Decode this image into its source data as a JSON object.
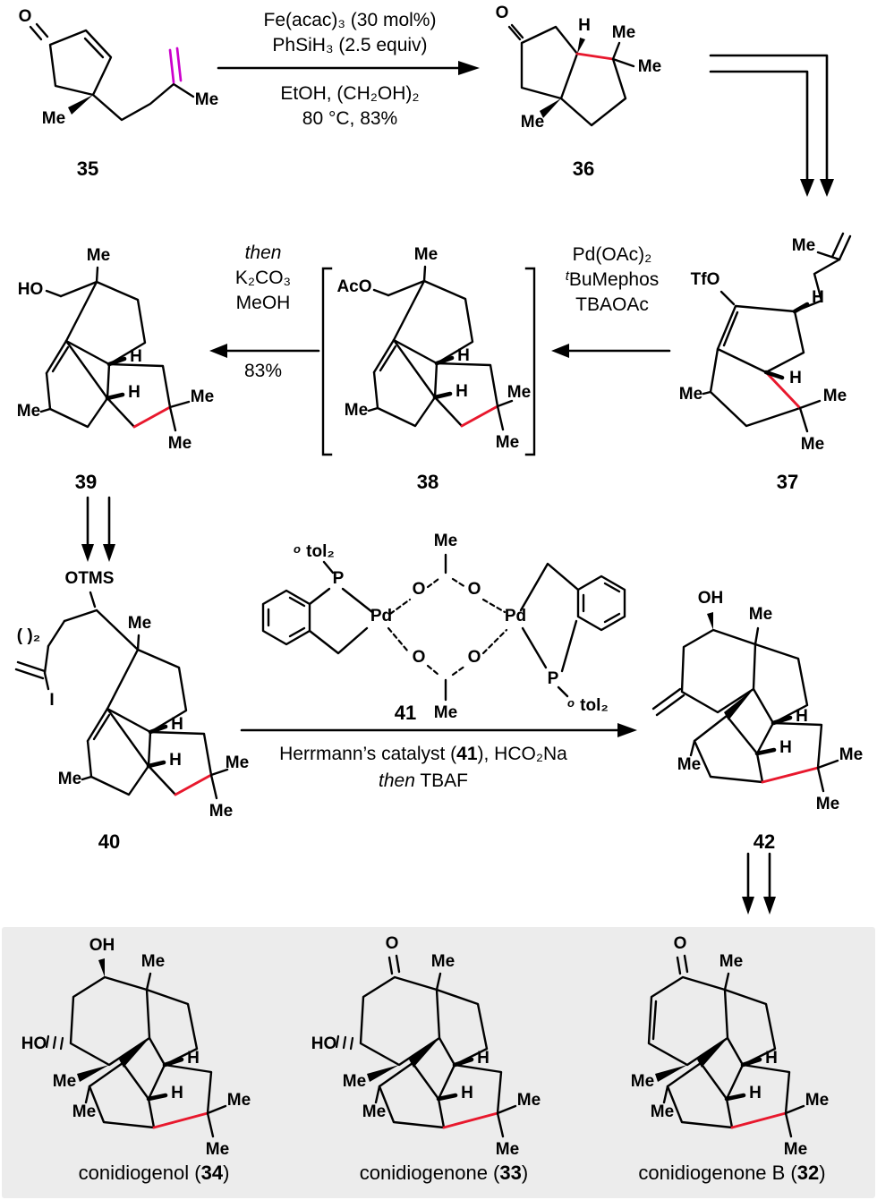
{
  "steps": {
    "s1": {
      "above1": "Fe(acac)₃ (30 mol%)",
      "above2": "PhSiH₃ (2.5 equiv)",
      "below1": "EtOH, (CH₂OH)₂",
      "below2": "80 °C, 83%"
    },
    "s2": {
      "line1": "Pd(OAc)₂",
      "ligand_sup": "t",
      "ligand_base": "BuMephos",
      "line3": "TBAOAc"
    },
    "s3": {
      "line1": "then",
      "line2": "K₂CO₃",
      "line3": "MeOH",
      "below": "83%"
    },
    "s4": {
      "cat_num": "41",
      "line1_pre": "Herrmann’s catalyst (",
      "line1_num": "41",
      "line1_post": "), HCO₂Na",
      "line2_then": "then",
      "line2_rest": " TBAF"
    }
  },
  "compounds": {
    "c35": {
      "num": "35",
      "o": "O",
      "me_ring": "Me",
      "me_chain": "Me"
    },
    "c36": {
      "num": "36",
      "o": "O",
      "h": "H",
      "me1": "Me",
      "me2": "Me",
      "me3": "Me"
    },
    "c37": {
      "num": "37",
      "tfo": "TfO",
      "me_top": "Me",
      "h1": "H",
      "h2": "H",
      "me_left": "Me",
      "me_gem1": "Me",
      "me_gem2": "Me"
    },
    "c38": {
      "num": "38",
      "aco": "AcO",
      "me_top": "Me",
      "h1": "H",
      "h2": "H",
      "me_left": "Me",
      "me_gem1": "Me",
      "me_gem2": "Me"
    },
    "c39": {
      "num": "39",
      "ho": "HO",
      "me_top": "Me",
      "h1": "H",
      "h2": "H",
      "me_left": "Me",
      "me_gem1": "Me",
      "me_gem2": "Me"
    },
    "c40": {
      "num": "40",
      "otms": "OTMS",
      "chain": "( )₂",
      "i": "I",
      "me_top": "Me",
      "me_left": "Me",
      "h1": "H",
      "h2": "H",
      "me_gem1": "Me",
      "me_gem2": "Me"
    },
    "c41": {
      "num": "41",
      "p_left": "P",
      "p_right": "P",
      "pd_left": "Pd",
      "pd_right": "Pd",
      "o_tl": "O",
      "o_tr": "O",
      "o_bl": "O",
      "o_br": "O",
      "me_top": "Me",
      "me_bottom": "Me",
      "otol_left_sup": "o",
      "otol_left_base": "tol₂",
      "otol_right_sup": "o",
      "otol_right_base": "tol₂"
    },
    "c42": {
      "num": "42",
      "oh": "OH",
      "me_top": "Me",
      "h1": "H",
      "h2": "H",
      "me_ang": "Me",
      "me_gem1": "Me",
      "me_gem2": "Me"
    },
    "c34": {
      "name_pre": "conidiogenol (",
      "name_num": "34",
      "name_post": ")",
      "oh": "OH",
      "me_top": "Me",
      "ho": "HO",
      "me_sec": "Me",
      "me_ang": "Me",
      "h1": "H",
      "h2": "H",
      "me_gem1": "Me",
      "me_gem2": "Me"
    },
    "c33": {
      "name_pre": "conidiogenone (",
      "name_num": "33",
      "name_post": ")",
      "o": "O",
      "me_top": "Me",
      "ho": "HO",
      "me_sec": "Me",
      "me_ang": "Me",
      "h1": "H",
      "h2": "H",
      "me_gem1": "Me",
      "me_gem2": "Me"
    },
    "c32": {
      "name_pre": "conidiogenone B (",
      "name_num": "32",
      "name_post": ")",
      "o": "O",
      "me_top": "Me",
      "me_sec": "Me",
      "me_ang": "Me",
      "h1": "H",
      "h2": "H",
      "me_gem1": "Me",
      "me_gem2": "Me"
    }
  },
  "colors": {
    "highlight_bond_red": "#e8182d",
    "highlight_bond_magenta": "#cc00cc",
    "panel_bg": "#ececec"
  }
}
